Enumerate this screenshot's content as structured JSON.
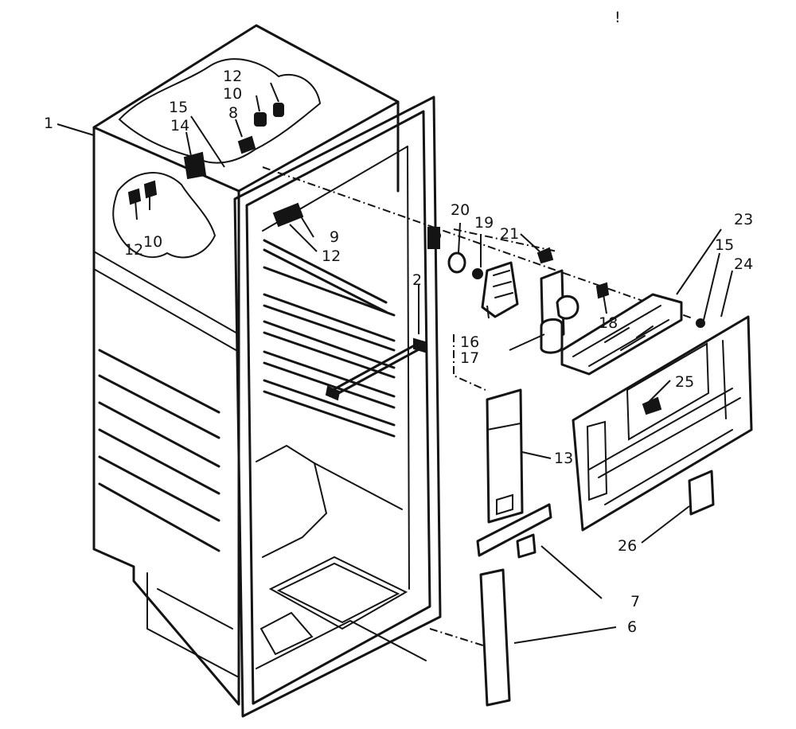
{
  "diagram": {
    "labels": {
      "p1": "1",
      "p2": "2",
      "p6": "6",
      "p7": "7",
      "p8": "8",
      "p9": "9",
      "p10a": "10",
      "p10b": "10",
      "p12a": "12",
      "p12b": "12",
      "p12c": "12",
      "p13": "13",
      "p14": "14",
      "p15a": "15",
      "p15b": "15",
      "p16": "16",
      "p17": "17",
      "p18": "18",
      "p19": "19",
      "p20": "20",
      "p21": "21",
      "p23": "23",
      "p24": "24",
      "p25": "25",
      "p26": "26",
      "mark": "!"
    }
  }
}
